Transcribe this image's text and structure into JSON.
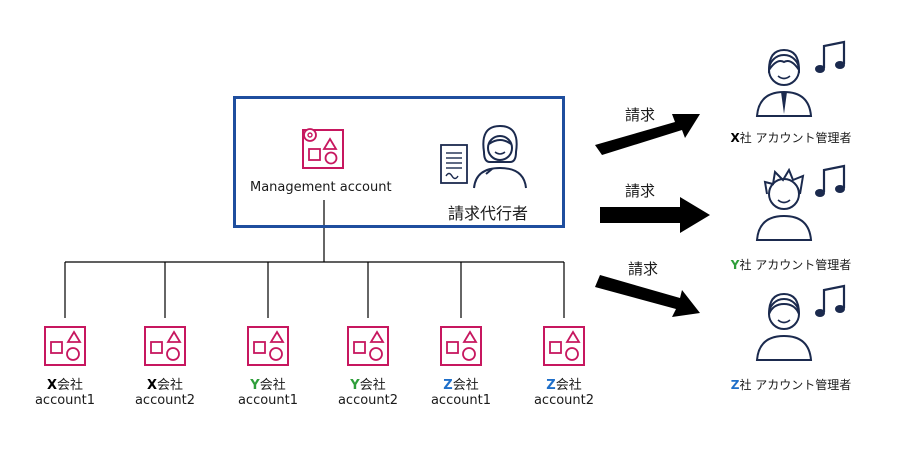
{
  "management": {
    "label": "Management account",
    "agent_label": "請求代行者"
  },
  "accounts": [
    {
      "letter": "X",
      "company_suffix": "会社",
      "name": "account1",
      "letter_color": "#000000"
    },
    {
      "letter": "X",
      "company_suffix": "会社",
      "name": "account2",
      "letter_color": "#000000"
    },
    {
      "letter": "Y",
      "company_suffix": "会社",
      "name": "account1",
      "letter_color": "#2e9e3a"
    },
    {
      "letter": "Y",
      "company_suffix": "会社",
      "name": "account2",
      "letter_color": "#2e9e3a"
    },
    {
      "letter": "Z",
      "company_suffix": "会社",
      "name": "account1",
      "letter_color": "#1f6fc9"
    },
    {
      "letter": "Z",
      "company_suffix": "会社",
      "name": "account2",
      "letter_color": "#1f6fc9"
    }
  ],
  "billing": [
    {
      "label": "請求"
    },
    {
      "label": "請求"
    },
    {
      "label": "請求"
    }
  ],
  "admins": [
    {
      "letter": "X",
      "suffix": "社 アカウント管理者",
      "letter_color": "#000000"
    },
    {
      "letter": "Y",
      "suffix": "社 アカウント管理者",
      "letter_color": "#2e9e3a"
    },
    {
      "letter": "Z",
      "suffix": "社 アカウント管理者",
      "letter_color": "#1f6fc9"
    }
  ],
  "colors": {
    "account_icon": "#c7175f",
    "box_border": "#1f4e9e",
    "person_stroke": "#1b2a4e",
    "arrow": "#000000"
  },
  "icons": [
    "account-icon",
    "management-account-icon",
    "billing-agent-person-icon",
    "document-icon",
    "admin-person-icon",
    "music-note-icon"
  ]
}
